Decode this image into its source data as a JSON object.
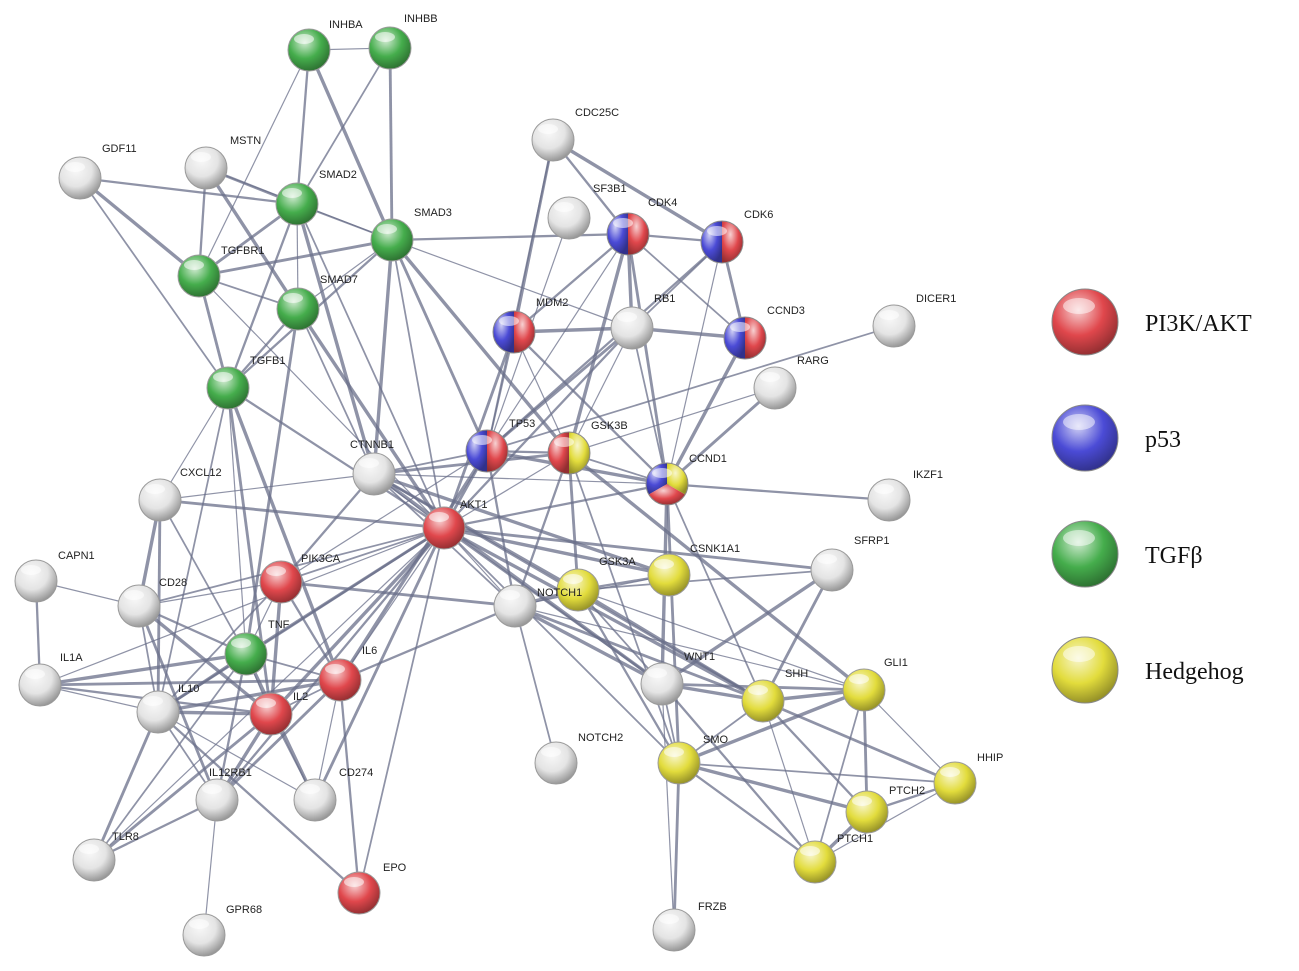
{
  "colors": {
    "PI3K_AKT": "#e0474c",
    "p53": "#4b4bd6",
    "TGFb": "#45ad4c",
    "Hedgehog": "#e2dc3c",
    "none": "#e4e4e4",
    "edge": "#6a6f8a"
  },
  "legend": [
    {
      "label": "PI3K/AKT",
      "group": "PI3K_AKT"
    },
    {
      "label": "p53",
      "group": "p53"
    },
    {
      "label": "TGFβ",
      "group": "TGFb"
    },
    {
      "label": "Hedgehog",
      "group": "Hedgehog"
    }
  ],
  "nodes": [
    {
      "id": "INHBA",
      "groups": [
        "TGFb"
      ]
    },
    {
      "id": "INHBB",
      "groups": [
        "TGFb"
      ]
    },
    {
      "id": "GDF11",
      "groups": []
    },
    {
      "id": "MSTN",
      "groups": []
    },
    {
      "id": "SMAD2",
      "groups": [
        "TGFb"
      ]
    },
    {
      "id": "SMAD3",
      "groups": [
        "TGFb"
      ]
    },
    {
      "id": "TGFBR1",
      "groups": [
        "TGFb"
      ]
    },
    {
      "id": "SMAD7",
      "groups": [
        "TGFb"
      ]
    },
    {
      "id": "TGFB1",
      "groups": [
        "TGFb"
      ]
    },
    {
      "id": "CDC25C",
      "groups": []
    },
    {
      "id": "SF3B1",
      "groups": []
    },
    {
      "id": "CDK4",
      "groups": [
        "p53",
        "PI3K_AKT"
      ]
    },
    {
      "id": "CDK6",
      "groups": [
        "p53",
        "PI3K_AKT"
      ]
    },
    {
      "id": "MDM2",
      "groups": [
        "p53",
        "PI3K_AKT"
      ]
    },
    {
      "id": "RB1",
      "groups": []
    },
    {
      "id": "CCND3",
      "groups": [
        "p53",
        "PI3K_AKT"
      ]
    },
    {
      "id": "DICER1",
      "groups": []
    },
    {
      "id": "RARG",
      "groups": []
    },
    {
      "id": "TP53",
      "groups": [
        "p53",
        "PI3K_AKT"
      ]
    },
    {
      "id": "GSK3B",
      "groups": [
        "PI3K_AKT",
        "Hedgehog"
      ]
    },
    {
      "id": "CCND1",
      "groups": [
        "p53",
        "PI3K_AKT",
        "Hedgehog"
      ]
    },
    {
      "id": "CTNNB1",
      "groups": []
    },
    {
      "id": "AKT1",
      "groups": [
        "PI3K_AKT"
      ]
    },
    {
      "id": "CXCL12",
      "groups": []
    },
    {
      "id": "IKZF1",
      "groups": []
    },
    {
      "id": "SFRP1",
      "groups": []
    },
    {
      "id": "CAPN1",
      "groups": []
    },
    {
      "id": "CD28",
      "groups": []
    },
    {
      "id": "PIK3CA",
      "groups": [
        "PI3K_AKT"
      ]
    },
    {
      "id": "GSK3A",
      "groups": [
        "Hedgehog"
      ]
    },
    {
      "id": "CSNK1A1",
      "groups": [
        "Hedgehog"
      ]
    },
    {
      "id": "NOTCH1",
      "groups": []
    },
    {
      "id": "TNF",
      "groups": [
        "TGFb"
      ]
    },
    {
      "id": "IL1A",
      "groups": []
    },
    {
      "id": "IL6",
      "groups": [
        "PI3K_AKT"
      ]
    },
    {
      "id": "IL10",
      "groups": []
    },
    {
      "id": "IL2",
      "groups": [
        "PI3K_AKT"
      ]
    },
    {
      "id": "WNT1",
      "groups": []
    },
    {
      "id": "SHH",
      "groups": [
        "Hedgehog"
      ]
    },
    {
      "id": "GLI1",
      "groups": [
        "Hedgehog"
      ]
    },
    {
      "id": "SMO",
      "groups": [
        "Hedgehog"
      ]
    },
    {
      "id": "HHIP",
      "groups": [
        "Hedgehog"
      ]
    },
    {
      "id": "NOTCH2",
      "groups": []
    },
    {
      "id": "IL12RB1",
      "groups": []
    },
    {
      "id": "CD274",
      "groups": []
    },
    {
      "id": "PTCH2",
      "groups": [
        "Hedgehog"
      ]
    },
    {
      "id": "PTCH1",
      "groups": [
        "Hedgehog"
      ]
    },
    {
      "id": "TLR8",
      "groups": []
    },
    {
      "id": "EPO",
      "groups": [
        "PI3K_AKT"
      ]
    },
    {
      "id": "GPR68",
      "groups": []
    },
    {
      "id": "FRZB",
      "groups": []
    }
  ],
  "edges": [
    [
      "INHBA",
      "INHBB"
    ],
    [
      "INHBA",
      "SMAD2"
    ],
    [
      "INHBA",
      "SMAD3"
    ],
    [
      "INHBB",
      "SMAD2"
    ],
    [
      "INHBB",
      "SMAD3"
    ],
    [
      "INHBA",
      "TGFBR1"
    ],
    [
      "GDF11",
      "SMAD2"
    ],
    [
      "GDF11",
      "TGFBR1"
    ],
    [
      "GDF11",
      "TGFB1"
    ],
    [
      "MSTN",
      "SMAD2"
    ],
    [
      "MSTN",
      "SMAD3"
    ],
    [
      "MSTN",
      "TGFBR1"
    ],
    [
      "MSTN",
      "SMAD7"
    ],
    [
      "SMAD2",
      "SMAD3"
    ],
    [
      "SMAD2",
      "TGFBR1"
    ],
    [
      "SMAD2",
      "SMAD7"
    ],
    [
      "SMAD2",
      "TGFB1"
    ],
    [
      "SMAD2",
      "CTNNB1"
    ],
    [
      "SMAD2",
      "AKT1"
    ],
    [
      "SMAD3",
      "TGFBR1"
    ],
    [
      "SMAD3",
      "SMAD7"
    ],
    [
      "SMAD3",
      "TGFB1"
    ],
    [
      "SMAD3",
      "CTNNB1"
    ],
    [
      "SMAD3",
      "AKT1"
    ],
    [
      "SMAD3",
      "TP53"
    ],
    [
      "SMAD3",
      "RB1"
    ],
    [
      "SMAD3",
      "CDK4"
    ],
    [
      "SMAD3",
      "GSK3B"
    ],
    [
      "TGFBR1",
      "SMAD7"
    ],
    [
      "TGFBR1",
      "TGFB1"
    ],
    [
      "TGFBR1",
      "AKT1"
    ],
    [
      "SMAD7",
      "TGFB1"
    ],
    [
      "SMAD7",
      "AKT1"
    ],
    [
      "SMAD7",
      "CTNNB1"
    ],
    [
      "SMAD7",
      "TNF"
    ],
    [
      "TGFB1",
      "TNF"
    ],
    [
      "TGFB1",
      "AKT1"
    ],
    [
      "TGFB1",
      "IL6"
    ],
    [
      "TGFB1",
      "IL10"
    ],
    [
      "TGFB1",
      "IL2"
    ],
    [
      "TGFB1",
      "CXCL12"
    ],
    [
      "CDC25C",
      "CDK4"
    ],
    [
      "CDC25C",
      "CDK6"
    ],
    [
      "CDC25C",
      "TP53"
    ],
    [
      "CDC25C",
      "MDM2"
    ],
    [
      "SF3B1",
      "TP53"
    ],
    [
      "CDK4",
      "CDK6"
    ],
    [
      "CDK4",
      "RB1"
    ],
    [
      "CDK4",
      "CCND3"
    ],
    [
      "CDK4",
      "CCND1"
    ],
    [
      "CDK4",
      "TP53"
    ],
    [
      "CDK4",
      "MDM2"
    ],
    [
      "CDK4",
      "GSK3B"
    ],
    [
      "CDK6",
      "RB1"
    ],
    [
      "CDK6",
      "CCND3"
    ],
    [
      "CDK6",
      "CCND1"
    ],
    [
      "CDK6",
      "TP53"
    ],
    [
      "MDM2",
      "RB1"
    ],
    [
      "MDM2",
      "TP53"
    ],
    [
      "MDM2",
      "AKT1"
    ],
    [
      "MDM2",
      "GSK3B"
    ],
    [
      "MDM2",
      "CCND1"
    ],
    [
      "RB1",
      "CCND3"
    ],
    [
      "RB1",
      "CCND1"
    ],
    [
      "RB1",
      "TP53"
    ],
    [
      "RB1",
      "GSK3B"
    ],
    [
      "RB1",
      "AKT1"
    ],
    [
      "CCND3",
      "CCND1"
    ],
    [
      "DICER1",
      "TP53"
    ],
    [
      "RARG",
      "CCND1"
    ],
    [
      "RARG",
      "GSK3B"
    ],
    [
      "TP53",
      "GSK3B"
    ],
    [
      "TP53",
      "CCND1"
    ],
    [
      "TP53",
      "CTNNB1"
    ],
    [
      "TP53",
      "AKT1"
    ],
    [
      "TP53",
      "PIK3CA"
    ],
    [
      "TP53",
      "NOTCH1"
    ],
    [
      "TP53",
      "IL6"
    ],
    [
      "GSK3B",
      "CCND1"
    ],
    [
      "GSK3B",
      "CTNNB1"
    ],
    [
      "GSK3B",
      "AKT1"
    ],
    [
      "GSK3B",
      "NOTCH1"
    ],
    [
      "GSK3B",
      "GLI1"
    ],
    [
      "GSK3B",
      "SMO"
    ],
    [
      "GSK3B",
      "CSNK1A1"
    ],
    [
      "CCND1",
      "CTNNB1"
    ],
    [
      "CCND1",
      "AKT1"
    ],
    [
      "CCND1",
      "WNT1"
    ],
    [
      "CCND1",
      "SHH"
    ],
    [
      "CCND1",
      "SMO"
    ],
    [
      "CTNNB1",
      "AKT1"
    ],
    [
      "CTNNB1",
      "PIK3CA"
    ],
    [
      "CTNNB1",
      "WNT1"
    ],
    [
      "CTNNB1",
      "NOTCH1"
    ],
    [
      "CTNNB1",
      "CSNK1A1"
    ],
    [
      "CTNNB1",
      "CXCL12"
    ],
    [
      "CTNNB1",
      "SHH"
    ],
    [
      "CTNNB1",
      "GSK3A"
    ],
    [
      "AKT1",
      "PIK3CA"
    ],
    [
      "AKT1",
      "TNF"
    ],
    [
      "AKT1",
      "IL6"
    ],
    [
      "AKT1",
      "IL10"
    ],
    [
      "AKT1",
      "IL2"
    ],
    [
      "AKT1",
      "CD28"
    ],
    [
      "AKT1",
      "CXCL12"
    ],
    [
      "AKT1",
      "NOTCH1"
    ],
    [
      "AKT1",
      "WNT1"
    ],
    [
      "AKT1",
      "GSK3A"
    ],
    [
      "AKT1",
      "EPO"
    ],
    [
      "AKT1",
      "CD274"
    ],
    [
      "AKT1",
      "IL1A"
    ],
    [
      "AKT1",
      "IL12RB1"
    ],
    [
      "AKT1",
      "SHH"
    ],
    [
      "AKT1",
      "SMO"
    ],
    [
      "AKT1",
      "SFRP1"
    ],
    [
      "AKT1",
      "TLR8"
    ],
    [
      "IKZF1",
      "CCND1"
    ],
    [
      "SFRP1",
      "WNT1"
    ],
    [
      "SFRP1",
      "CSNK1A1"
    ],
    [
      "SFRP1",
      "SHH"
    ],
    [
      "CAPN1",
      "CD28"
    ],
    [
      "CAPN1",
      "IL1A"
    ],
    [
      "CXCL12",
      "CD28"
    ],
    [
      "CXCL12",
      "TNF"
    ],
    [
      "CXCL12",
      "IL10"
    ],
    [
      "CD28",
      "PIK3CA"
    ],
    [
      "CD28",
      "TNF"
    ],
    [
      "CD28",
      "IL2"
    ],
    [
      "CD28",
      "IL10"
    ],
    [
      "CD28",
      "IL12RB1"
    ],
    [
      "PIK3CA",
      "TNF"
    ],
    [
      "PIK3CA",
      "IL6"
    ],
    [
      "PIK3CA",
      "IL2"
    ],
    [
      "PIK3CA",
      "IL10"
    ],
    [
      "PIK3CA",
      "NOTCH1"
    ],
    [
      "GSK3A",
      "NOTCH1"
    ],
    [
      "GSK3A",
      "CSNK1A1"
    ],
    [
      "CSNK1A1",
      "NOTCH1"
    ],
    [
      "CSNK1A1",
      "WNT1"
    ],
    [
      "CSNK1A1",
      "SHH"
    ],
    [
      "CSNK1A1",
      "GLI1"
    ],
    [
      "CSNK1A1",
      "SMO"
    ],
    [
      "NOTCH1",
      "WNT1"
    ],
    [
      "NOTCH1",
      "NOTCH2"
    ],
    [
      "NOTCH1",
      "SHH"
    ],
    [
      "NOTCH1",
      "GLI1"
    ],
    [
      "NOTCH1",
      "IL6"
    ],
    [
      "TNF",
      "IL1A"
    ],
    [
      "TNF",
      "IL6"
    ],
    [
      "TNF",
      "IL10"
    ],
    [
      "TNF",
      "IL2"
    ],
    [
      "TNF",
      "IL12RB1"
    ],
    [
      "TNF",
      "CD274"
    ],
    [
      "TNF",
      "TLR8"
    ],
    [
      "IL1A",
      "IL6"
    ],
    [
      "IL1A",
      "IL10"
    ],
    [
      "IL1A",
      "IL2"
    ],
    [
      "IL6",
      "IL10"
    ],
    [
      "IL6",
      "IL2"
    ],
    [
      "IL6",
      "IL12RB1"
    ],
    [
      "IL6",
      "CD274"
    ],
    [
      "IL6",
      "EPO"
    ],
    [
      "IL10",
      "IL2"
    ],
    [
      "IL10",
      "IL12RB1"
    ],
    [
      "IL10",
      "TLR8"
    ],
    [
      "IL10",
      "CD274"
    ],
    [
      "IL10",
      "EPO"
    ],
    [
      "IL2",
      "IL12RB1"
    ],
    [
      "IL2",
      "CD274"
    ],
    [
      "IL2",
      "TLR8"
    ],
    [
      "IL12RB1",
      "GPR68"
    ],
    [
      "IL12RB1",
      "TLR8"
    ],
    [
      "WNT1",
      "SHH"
    ],
    [
      "WNT1",
      "SMO"
    ],
    [
      "WNT1",
      "GLI1"
    ],
    [
      "WNT1",
      "FRZB"
    ],
    [
      "WNT1",
      "PTCH1"
    ],
    [
      "SHH",
      "GLI1"
    ],
    [
      "SHH",
      "SMO"
    ],
    [
      "SHH",
      "HHIP"
    ],
    [
      "SHH",
      "PTCH1"
    ],
    [
      "SHH",
      "PTCH2"
    ],
    [
      "GLI1",
      "SMO"
    ],
    [
      "GLI1",
      "PTCH1"
    ],
    [
      "GLI1",
      "PTCH2"
    ],
    [
      "GLI1",
      "HHIP"
    ],
    [
      "SMO",
      "PTCH1"
    ],
    [
      "SMO",
      "PTCH2"
    ],
    [
      "SMO",
      "HHIP"
    ],
    [
      "SMO",
      "FRZB"
    ],
    [
      "HHIP",
      "PTCH1"
    ],
    [
      "HHIP",
      "PTCH2"
    ],
    [
      "PTCH1",
      "PTCH2"
    ]
  ]
}
